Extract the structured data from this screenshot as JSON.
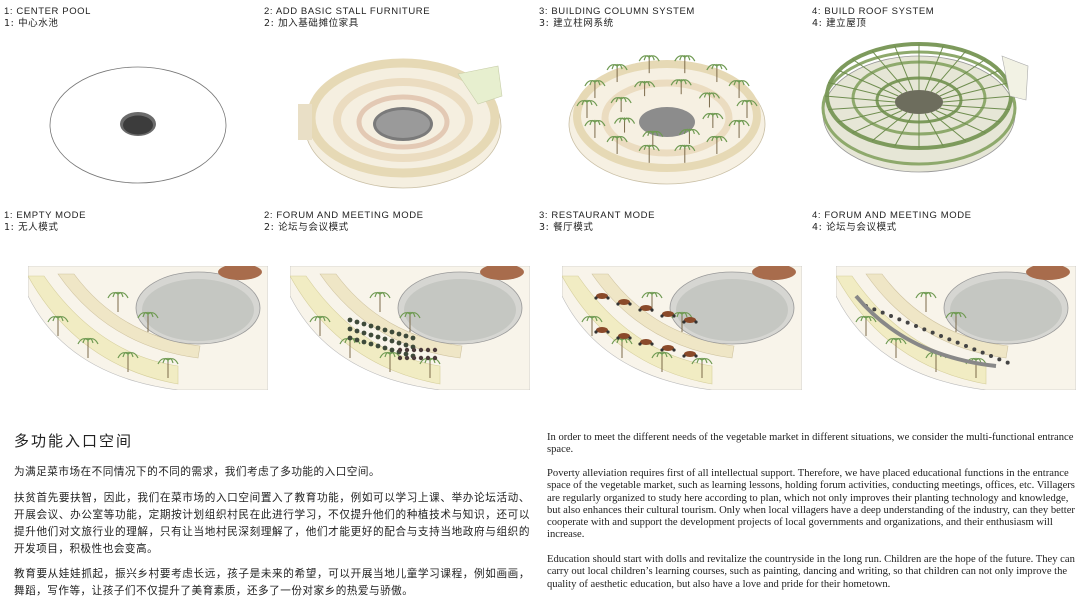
{
  "top_steps": [
    {
      "en": "1: CENTER POOL",
      "zh": "1: 中心水池"
    },
    {
      "en": "2: ADD BASIC STALL FURNITURE",
      "zh": "2: 加入基础摊位家具"
    },
    {
      "en": "3: BUILDING COLUMN SYSTEM",
      "zh": "3: 建立柱网系统"
    },
    {
      "en": "4: BUILD ROOF SYSTEM",
      "zh": "4: 建立屋顶"
    }
  ],
  "modes": [
    {
      "en": "1: EMPTY MODE",
      "zh": "1: 无人模式"
    },
    {
      "en": "2: FORUM AND MEETING MODE",
      "zh": "2: 论坛与会议模式"
    },
    {
      "en": "3: RESTAURANT MODE",
      "zh": "3: 餐厅模式"
    },
    {
      "en": "4: FORUM AND MEETING MODE",
      "zh": "4: 论坛与会议模式"
    }
  ],
  "chinese": {
    "title": "多功能入口空间",
    "p1": "为满足菜市场在不同情况下的不同的需求，我们考虑了多功能的入口空间。",
    "p2": "扶贫首先要扶智，因此，我们在菜市场的入口空间置入了教育功能，例如可以学习上课、举办论坛活动、开展会议、办公室等功能，定期按计划组织村民在此进行学习，不仅提升他们的种植技术与知识，还可以提升他们对文旅行业的理解，只有让当地村民深刻理解了，他们才能更好的配合与支持当地政府与组织的开发项目，积极性也会变高。",
    "p3": "教育要从娃娃抓起，振兴乡村要考虑长远，孩子是未来的希望，可以开展当地儿童学习课程，例如画画，舞蹈，写作等，让孩子们不仅提升了美育素质，还多了一份对家乡的热爱与骄傲。"
  },
  "english": {
    "p1": "In order to meet the different needs of the vegetable market in different situations, we consider the multi-functional entrance space.",
    "p2": "Poverty alleviation requires first of all intellectual support. Therefore, we have placed educational functions in the entrance space of the vegetable market, such as learning lessons, holding forum activities, conducting meetings, offices, etc. Villagers are regularly organized to study here according to plan, which not only improves their planting technology and knowledge, but also enhances their cultural tourism. Only when local villagers have a deep understanding of the industry, can they better cooperate with and support the development projects of local governments and organizations, and their enthusiasm will increase.",
    "p3": "Education should start with dolls and revitalize the countryside in the long run. Children are the hope of the future. They can carry out local children’s learning courses, such as painting, dancing and writing, so that children can not only improve the quality of aesthetic education, but also have a love and pride for their hometown."
  },
  "colors": {
    "pool": "#4a4a4a",
    "stall": "#efe6c6",
    "stall_accent": "#e6c7b0",
    "plant": "#6f9a52",
    "roof": "#8ea96c",
    "paving": "#f1ecc3",
    "table": "#8a4a2a"
  }
}
